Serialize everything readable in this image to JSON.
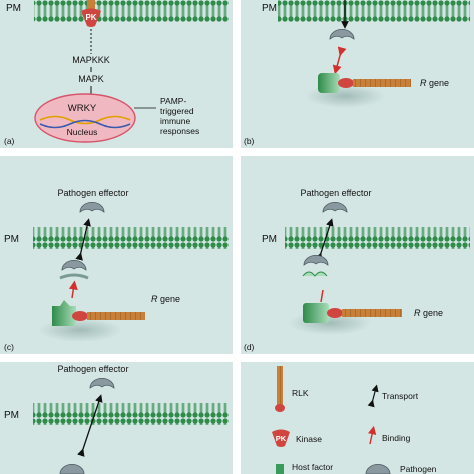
{
  "panels": {
    "a": {
      "letter": "(a)",
      "pm": "PM",
      "pk": "PK",
      "mapkkk": "MAPKKK",
      "mapk": "MAPK",
      "wrky": "WRKY",
      "nucleus": "Nucleus",
      "response_lines": [
        "PAMP-",
        "triggered",
        "immune",
        "responses"
      ]
    },
    "b": {
      "letter": "(b)",
      "pm": "PM",
      "r_gene": "R",
      "gene": "gene"
    },
    "c": {
      "letter": "(c)",
      "pm": "PM",
      "effector": "Pathogen effector",
      "r_gene": "R",
      "gene": "gene"
    },
    "d": {
      "letter": "(d)",
      "pm": "PM",
      "effector": "Pathogen effector",
      "r_gene": "R",
      "gene": "gene"
    },
    "e": {
      "pm": "PM",
      "effector": "Pathogen effector"
    },
    "legend": {
      "rlk": "RLK",
      "transport": "Transport",
      "pk": "PK",
      "kinase": "Kinase",
      "binding": "Binding",
      "host_factor": "Host factor",
      "pathogen": "Pathogen"
    }
  },
  "colors": {
    "panel_bg": "#d4e6e3",
    "membrane": "#2e8b4a",
    "kinase": "#d0453f",
    "binding_arrow": "#d32f2f",
    "host_factor": "#3a9a5b",
    "gene_chain": "#c77f3a",
    "nucleus": "#f0b8c0"
  }
}
